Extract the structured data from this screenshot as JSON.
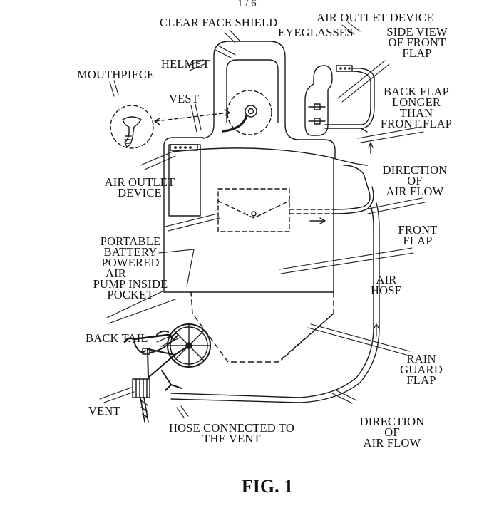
{
  "page_number": "1 / 6",
  "figure_label": "FIG. 1",
  "labels": {
    "clear_face_shield": "CLEAR FACE SHIELD",
    "eyeglasses": "EYEGLASSES",
    "air_outlet_device_top": "AIR OUTLET DEVICE",
    "side_view": [
      "SIDE VIEW",
      "OF FRONT",
      "FLAP"
    ],
    "helmet": "HELMET",
    "mouthpiece": "MOUTHPIECE",
    "vest": "VEST",
    "back_flap": [
      "BACK FLAP",
      "LONGER",
      "THAN",
      "FRONT FLAP"
    ],
    "direction_top": [
      "DIRECTION",
      "OF",
      "AIR FLOW"
    ],
    "air_outlet_device_left": [
      "AIR OUTLET",
      "DEVICE"
    ],
    "front_flap": [
      "FRONT",
      "FLAP"
    ],
    "portable_battery": [
      "PORTABLE",
      "BATTERY",
      "POWERED",
      "AIR",
      "PUMP INSIDE",
      "POCKET"
    ],
    "air_hose": [
      "AIR",
      "HOSE"
    ],
    "back_tail": "BACK TAIL",
    "rain_guard": [
      "RAIN",
      "GUARD",
      "FLAP"
    ],
    "vent": "VENT",
    "hose_connected": [
      "HOSE CONNECTED TO",
      "THE VENT"
    ],
    "direction_bottom": [
      "DIRECTION",
      "OF",
      "AIR FLOW"
    ]
  }
}
